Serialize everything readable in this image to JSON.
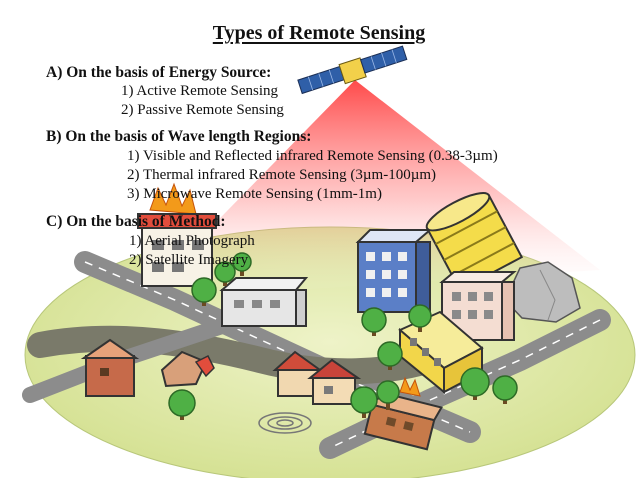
{
  "title": "Types of Remote Sensing",
  "sections": [
    {
      "heading": "A)  On the basis of Energy Source:",
      "items": [
        "1) Active Remote Sensing",
        "2) Passive Remote Sensing"
      ]
    },
    {
      "heading": "B) On the basis of Wave length Regions:",
      "items": [
        "1) Visible and Reflected infrared Remote Sensing (0.38-3µm)",
        "2) Thermal infrared Remote Sensing (3µm-100µm)",
        "3) Microwave Remote Sensing (1mm-1m)"
      ]
    },
    {
      "heading": "C) On the basis of Method:",
      "items": [
        "1) Aerial Photograph",
        "2) Satellite Imagery"
      ]
    }
  ],
  "colors": {
    "ground": "#dfe9a9",
    "beam": "#ff3b3b",
    "road": "#8c8c8c",
    "tree": "#4fb045",
    "satellite_panel": "#2f5fa8"
  }
}
